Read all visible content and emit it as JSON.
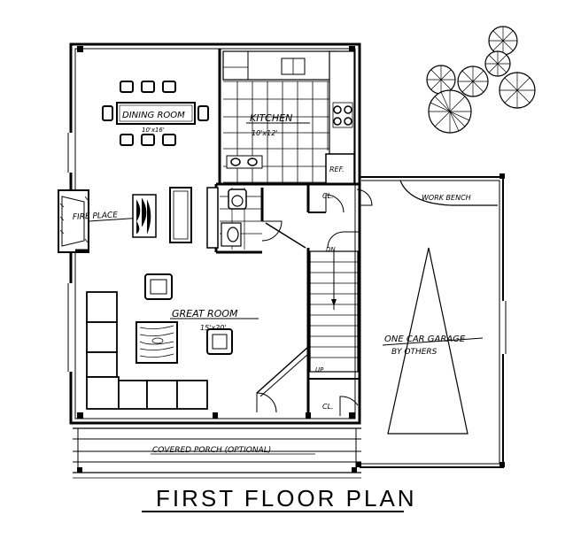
{
  "title": "FIRST FLOOR PLAN",
  "rooms": {
    "dining_room": "DINING ROOM",
    "dining_size": "10'x16'",
    "kitchen": "KITCHEN",
    "kitchen_size": "10'x12'",
    "fireplace": "FIRE PLACE",
    "great_room": "GREAT ROOM",
    "great_room_size": "15'x20'",
    "garage_line1": "ONE CAR GARAGE",
    "garage_line2": "BY OTHERS",
    "work_bench": "WORK BENCH",
    "covered_porch": "COVERED PORCH (OPTIONAL)",
    "closet_top": "CL.",
    "closet_bottom": "CL.",
    "refrigerator": "REF.",
    "stair_down": "DN",
    "stair_up": "UP"
  }
}
